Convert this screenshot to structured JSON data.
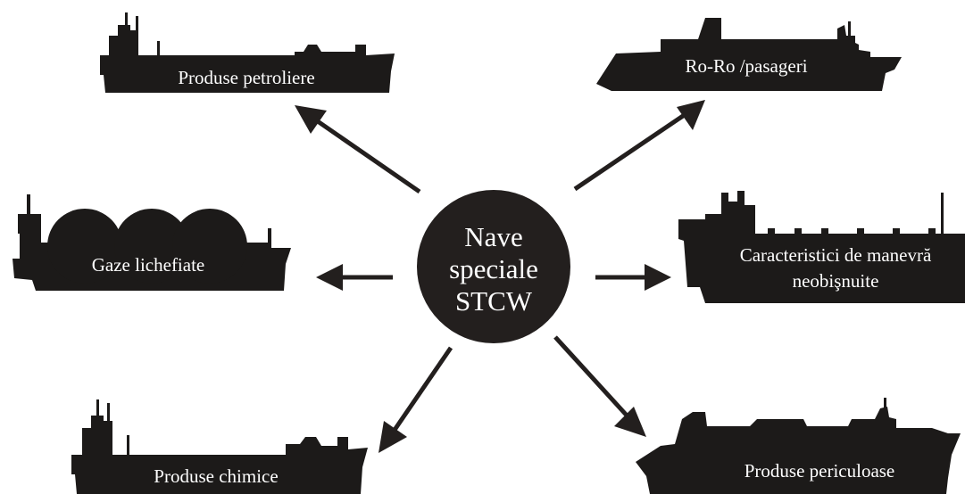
{
  "center": {
    "line1": "Nave",
    "line2": "speciale",
    "line3": "STCW"
  },
  "ships": {
    "petroleum": "Produse petroliere",
    "roro": "Ro-Ro /pasageri",
    "gas": "Gaze lichefiate",
    "maneuver_line1": "Caracteristici  de manevră",
    "maneuver_line2": "neobişnuite",
    "chemical": "Produse chimice",
    "dangerous": "Produse periculoase"
  },
  "colors": {
    "silhouette": "#1c1a19",
    "text": "#ffffff",
    "background": "#ffffff"
  }
}
